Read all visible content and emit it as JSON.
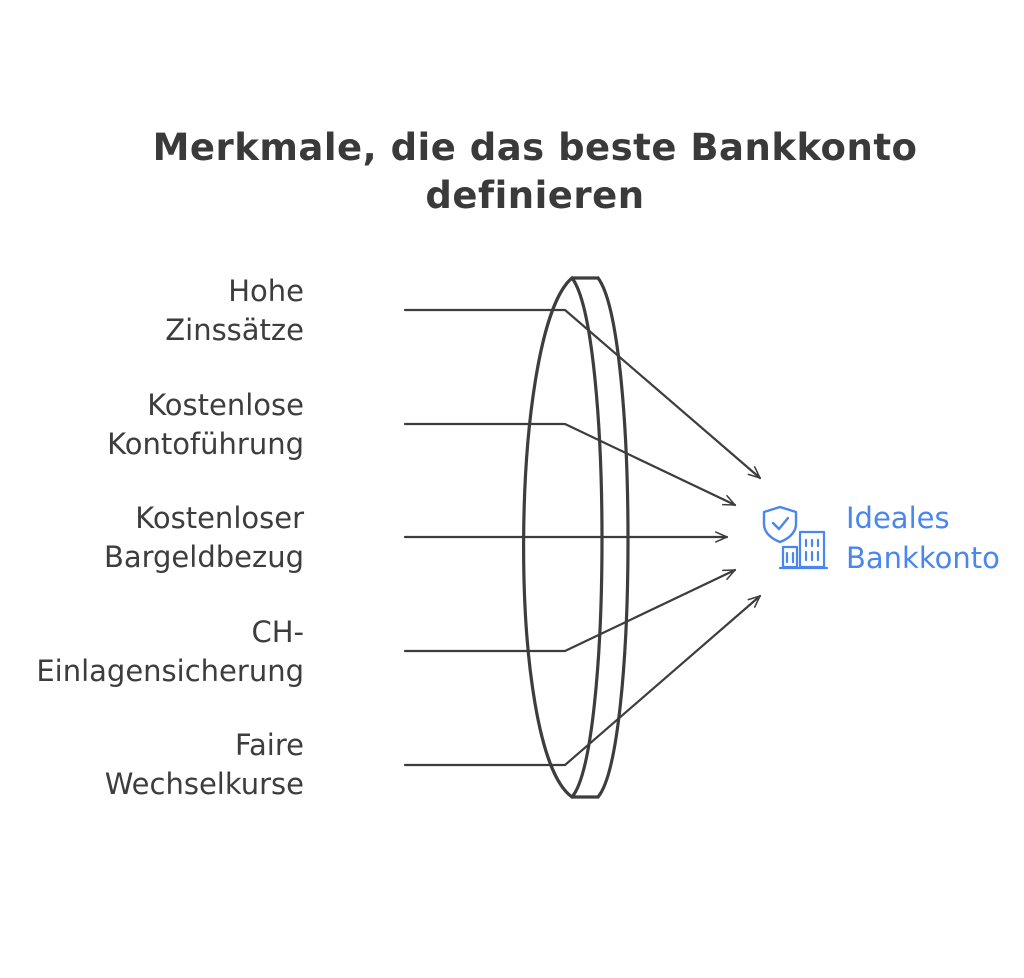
{
  "title": {
    "line1": "Merkmale, die das beste Bankkonto",
    "line2": "definieren"
  },
  "inputs": [
    {
      "line1": "Hohe",
      "line2": "Zinssätze"
    },
    {
      "line1": "Kostenlose",
      "line2": "Kontoführung"
    },
    {
      "line1": "Kostenloser",
      "line2": "Bargeldbezug"
    },
    {
      "line1": "CH-",
      "line2": "Einlagensicherung"
    },
    {
      "line1": "Faire",
      "line2": "Wechselkurse"
    }
  ],
  "output": {
    "line1": "Ideales",
    "line2": "Bankkonto",
    "icons": [
      "shield-check-icon",
      "bank-building-icon"
    ]
  },
  "colors": {
    "stroke": "#3d3d3d",
    "accent": "#4a86f0"
  }
}
